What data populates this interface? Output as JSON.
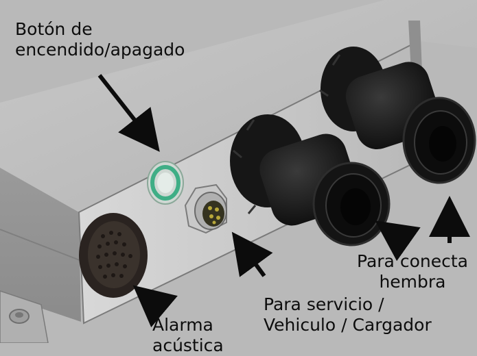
{
  "callouts": {
    "power_button": {
      "line1": "Botón de",
      "line2": "encendido/apagado"
    },
    "service": {
      "line1": "Para servicio /",
      "line2": "Vehiculo / Cargador"
    },
    "connect": {
      "line1": "Para conecta",
      "line2": "hembra"
    },
    "alarm": {
      "line1": "Alarma",
      "line2": "acústica"
    }
  },
  "colors": {
    "background": "#b9b9b9",
    "enclosure_face": "#a3a3a3",
    "enclosure_top": "#c2c2c2",
    "front_panel": "#cfcfcf",
    "gland_black": "#1b1b1b",
    "led_ring": "#3fae86",
    "connector_pins": "#b8a83a",
    "arrow": "#0c0c0c",
    "label_text": "#0d0d0d"
  }
}
